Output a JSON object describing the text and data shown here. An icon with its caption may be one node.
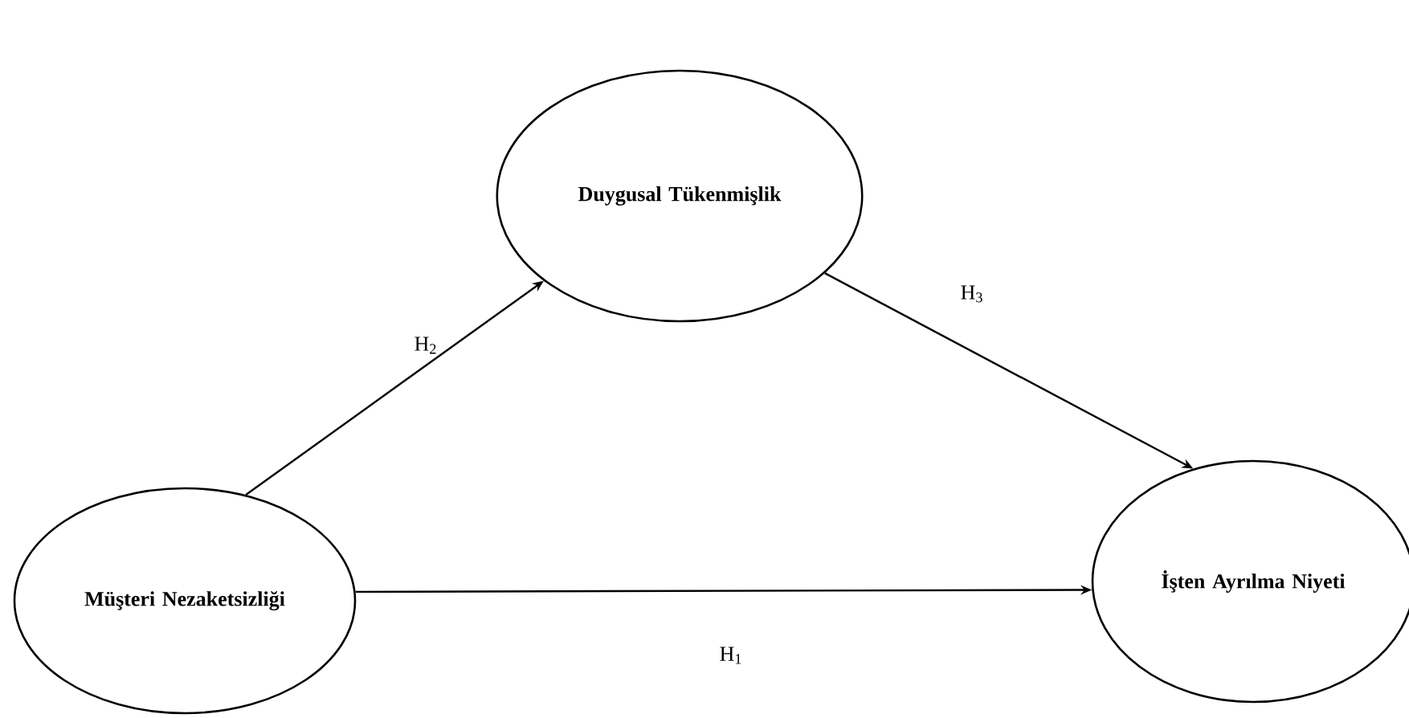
{
  "diagram": {
    "nodes": [
      {
        "text": [
          "Duygusal Tükenmişlik"
        ]
      },
      {
        "text": [
          "Müşteri Nezaketsizliği"
        ]
      },
      {
        "text": [
          "İşten Ayrılma Niyeti"
        ]
      }
    ],
    "edges": [
      {
        "from": 1,
        "to": 0,
        "arrow": "to",
        "label": "H$_{2}$"
      },
      {
        "from": 0,
        "to": 2,
        "arrow": "to",
        "label": "H$_{3}$"
      },
      {
        "from": 1,
        "to": 2,
        "arrow": "to",
        "label": "H$_{1}$"
      }
    ]
  }
}
